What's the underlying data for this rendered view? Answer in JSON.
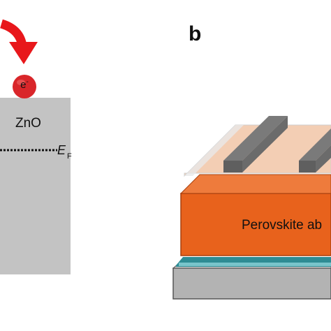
{
  "panel_b": {
    "label": "b"
  },
  "panel_a": {
    "zno_label": "ZnO",
    "fermi_symbol": "E",
    "fermi_subscript": "F",
    "electron_symbol": "e",
    "electron_charge": "-"
  },
  "device": {
    "absorber_label": "Perovskite ab"
  },
  "colors": {
    "zno_block": "#c3c3c3",
    "arrow": "#e8171b",
    "electron": "#d9262a",
    "perovskite": "#e8621c",
    "perovskite_dark": "#c24d12",
    "top_layer": "#f1c6a8",
    "electrode": "#6d6d6d",
    "substrate": "#b3b3b3",
    "teal_layer": "#2e8c94"
  }
}
